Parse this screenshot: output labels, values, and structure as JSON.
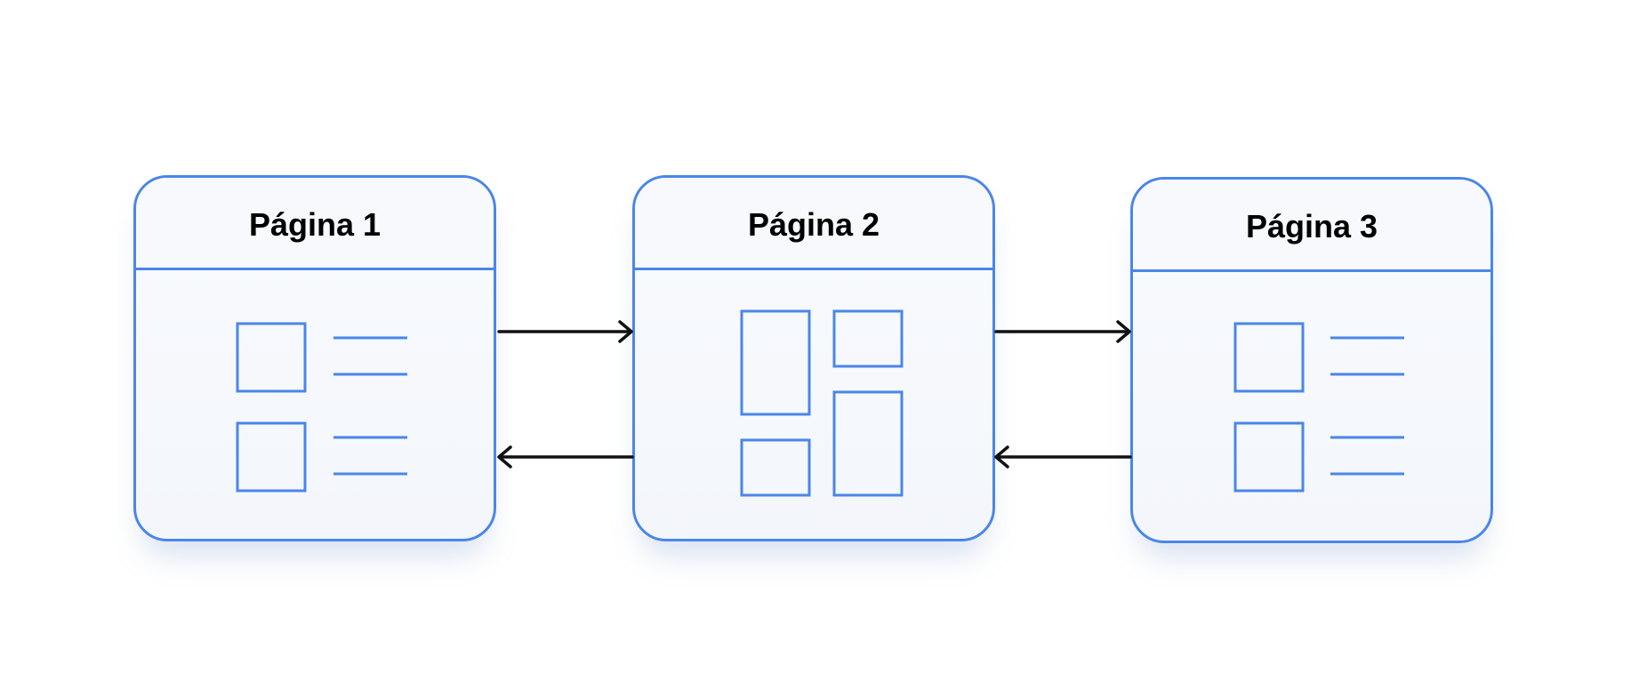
{
  "pages": [
    {
      "title": "Página 1",
      "layout": "list-layout-icon"
    },
    {
      "title": "Página 2",
      "layout": "grid-layout-icon"
    },
    {
      "title": "Página 3",
      "layout": "list-layout-icon"
    }
  ],
  "colors": {
    "accent": "#4a86e8",
    "arrow": "#111111",
    "text": "#000000"
  },
  "connections": [
    {
      "from": "Página 1",
      "to": "Página 2",
      "icon": "arrow-right-icon"
    },
    {
      "from": "Página 2",
      "to": "Página 1",
      "icon": "arrow-left-icon"
    },
    {
      "from": "Página 2",
      "to": "Página 3",
      "icon": "arrow-right-icon"
    },
    {
      "from": "Página 3",
      "to": "Página 2",
      "icon": "arrow-left-icon"
    }
  ]
}
